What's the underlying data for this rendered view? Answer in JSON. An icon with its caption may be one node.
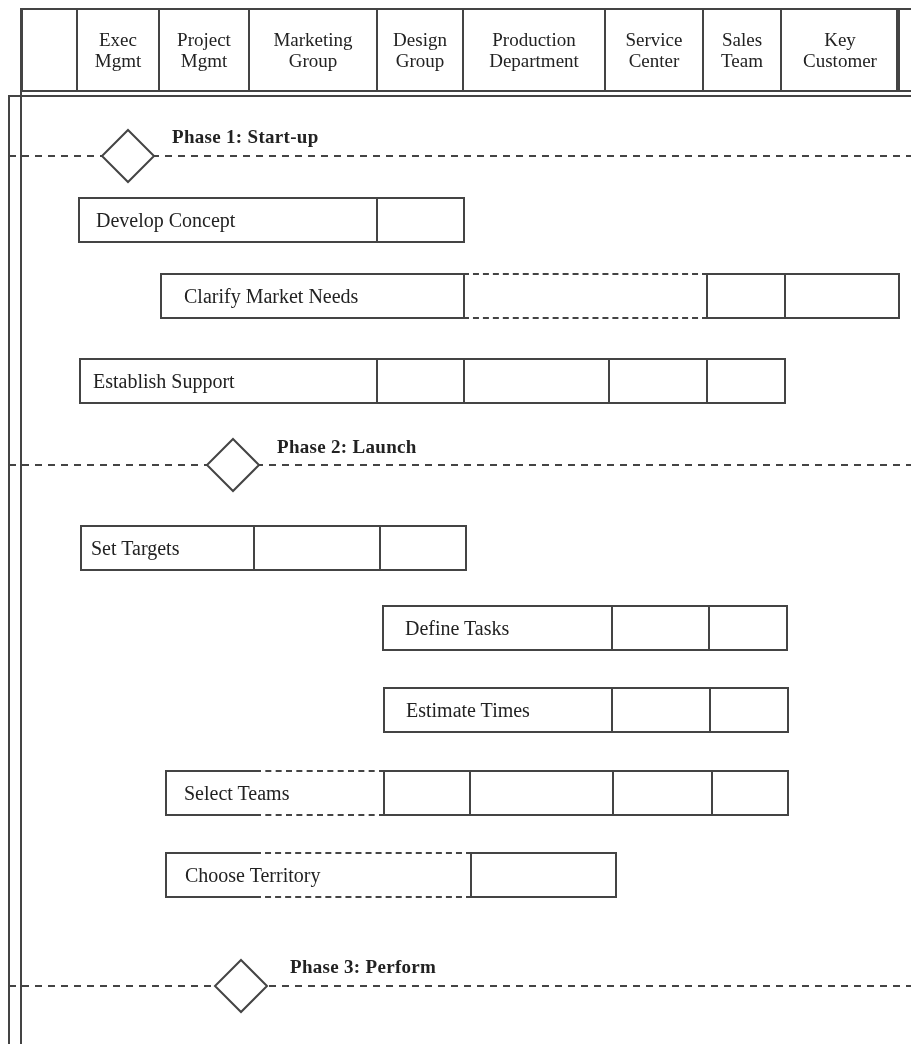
{
  "diagram": {
    "nodes": [
      {
        "text": [],
        "shape": "diamond",
        "beside": [
          "Phase 1: Start-up"
        ]
      },
      {
        "text": [
          "Develop Concept"
        ]
      },
      {
        "text": [],
        "shape": "box"
      },
      {
        "text": [
          "Clarify Market Needs"
        ]
      },
      {
        "text": [],
        "shape": "box"
      },
      {
        "text": [],
        "shape": "box"
      },
      {
        "text": [
          "Establish Support"
        ]
      },
      {
        "text": [],
        "shape": "box"
      },
      {
        "text": [],
        "shape": "box"
      },
      {
        "text": [],
        "shape": "box"
      },
      {
        "text": [],
        "shape": "box"
      },
      {
        "text": [],
        "shape": "diamond",
        "beside": [
          "Phase 2: Launch"
        ]
      },
      {
        "text": [
          "Set Targets"
        ]
      },
      {
        "text": [],
        "shape": "box"
      },
      {
        "text": [],
        "shape": "box"
      },
      {
        "text": [
          "Define Tasks"
        ]
      },
      {
        "text": [],
        "shape": "box"
      },
      {
        "text": [],
        "shape": "box"
      },
      {
        "text": [
          "Estimate Times"
        ]
      },
      {
        "text": [],
        "shape": "box"
      },
      {
        "text": [],
        "shape": "box"
      },
      {
        "text": [
          "Select Teams"
        ]
      },
      {
        "text": [],
        "shape": "box"
      },
      {
        "text": [],
        "shape": "box"
      },
      {
        "text": [],
        "shape": "box"
      },
      {
        "text": [],
        "shape": "box"
      },
      {
        "text": [
          "Choose Territory"
        ]
      },
      {
        "text": [],
        "shape": "box"
      },
      {
        "text": [],
        "shape": "diamond",
        "beside": [
          "Phase 3: Perform"
        ]
      }
    ],
    "edges": [],
    "labels": [
      "Exec Mgmt",
      "Project Mgmt",
      "Marketing Group",
      "Design Group",
      "Production Department",
      "Service Center",
      "Sales Team",
      "Key Customer"
    ]
  }
}
